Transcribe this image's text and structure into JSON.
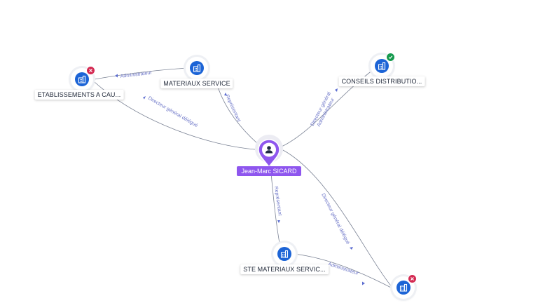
{
  "person": {
    "name": "Jean-Marc SICARD",
    "icon": "person-icon",
    "color": "#8e56ee"
  },
  "companies": [
    {
      "name": "ETABLISSEMENTS A CAU...",
      "status": "closed",
      "icon": "building-icon"
    },
    {
      "name": "MATERIAUX SERVICE",
      "status": "none",
      "icon": "building-icon"
    },
    {
      "name": "CONSEILS DISTRIBUTIO...",
      "status": "active",
      "icon": "building-icon"
    },
    {
      "name": "STE MATERIAUX SERVIC...",
      "status": "none",
      "icon": "building-icon"
    },
    {
      "name": "",
      "status": "closed",
      "icon": "building-icon"
    }
  ],
  "relations": [
    {
      "label": "Administrateur"
    },
    {
      "label": "Directeur général délégué"
    },
    {
      "label": "Représentant"
    },
    {
      "label": "Directeur général"
    },
    {
      "label": "Administrateur"
    },
    {
      "label": "Représentant"
    },
    {
      "label": "Directeur général délégué"
    },
    {
      "label": "Administrateur"
    }
  ],
  "colors": {
    "company": "#1c64d6",
    "closed": "#d42a52",
    "active": "#169a4e",
    "relation_label": "#6b74c7",
    "edge": "#7a8294"
  }
}
